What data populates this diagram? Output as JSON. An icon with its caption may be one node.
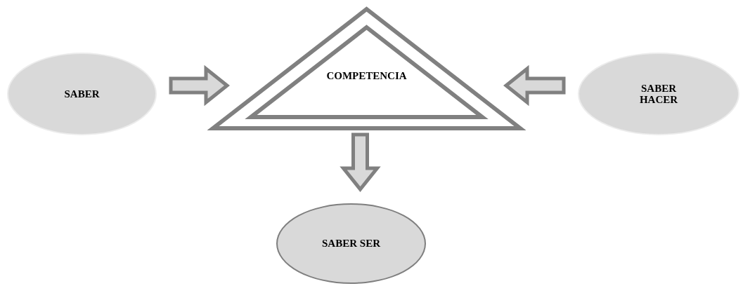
{
  "diagram": {
    "nodes": [
      {
        "text": [
          "SABER"
        ]
      },
      {
        "text": [
          "COMPETENCIA"
        ]
      },
      {
        "text": [
          "SABER HACER"
        ]
      },
      {
        "text": [
          "SABER SER"
        ]
      }
    ],
    "edges": [
      {
        "from": 0,
        "to": 1,
        "arrow": "to"
      },
      {
        "from": 2,
        "to": 1,
        "arrow": "to"
      },
      {
        "from": 1,
        "to": 3,
        "arrow": "to"
      }
    ]
  }
}
